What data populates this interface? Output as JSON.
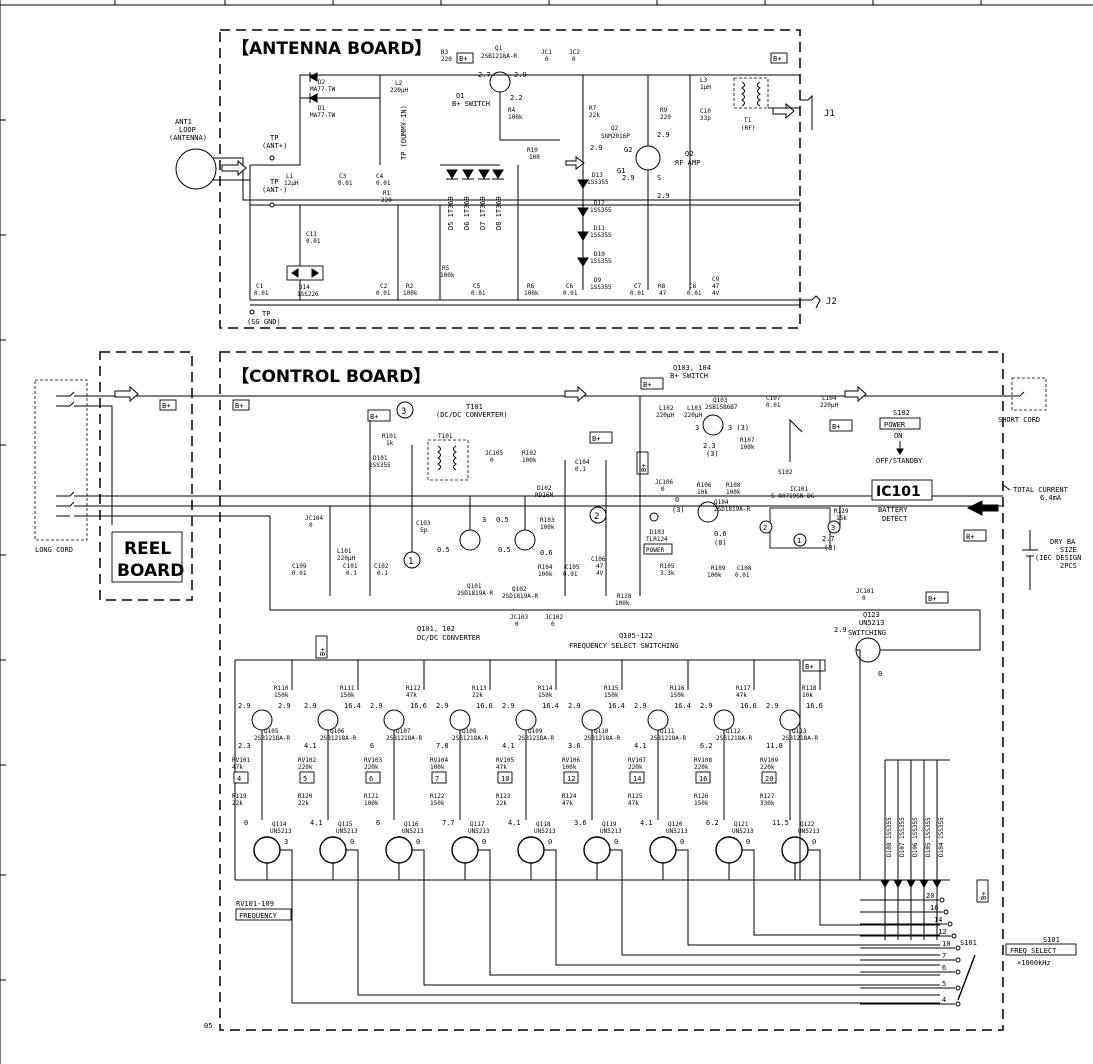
{
  "boards": {
    "antenna": "【ANTENNA BOARD】",
    "control": "【CONTROL BOARD】",
    "reel": [
      "REEL",
      "BOARD"
    ]
  },
  "antenna": {
    "ant1": [
      "ANT1",
      "LOOP",
      "(ANTENNA)"
    ],
    "tp_ant_plus": [
      "TP",
      "(ANT+)"
    ],
    "tp_ant_minus": [
      "TP",
      "(ANT-)"
    ],
    "tp_dummy": "TP (DUMMY-IN)",
    "tp_sg": [
      "TP",
      "(SG GND)"
    ],
    "q1": [
      "Q1",
      "2SB1218A-R"
    ],
    "q1_desc": [
      "Q1",
      "B+ SWITCH"
    ],
    "q1_volts": [
      "2.7",
      "2.9",
      "2.2"
    ],
    "q2": [
      "Q2",
      "SGM2016P"
    ],
    "q2_desc": [
      "Q2",
      "RF AMP"
    ],
    "q2_pins": [
      "G2",
      "G1",
      "S"
    ],
    "q2_volts": [
      "2.9",
      "2.9",
      "2.9",
      "2.9"
    ],
    "t1": [
      "T1",
      "(RF)"
    ],
    "j1": "J1",
    "j2": "J2",
    "diodes_v": [
      "D5 1T369",
      "D6 1T369",
      "D7 1T369",
      "D8 1T369"
    ],
    "diodes_h": [
      [
        "D2",
        "MA77-TW"
      ],
      [
        "D1",
        "MA77-TW"
      ],
      [
        "D13",
        "1SS355"
      ],
      [
        "D12",
        "1SS355"
      ],
      [
        "D11",
        "1SS355"
      ],
      [
        "D10",
        "1SS355"
      ],
      [
        "D9",
        "1SS355"
      ],
      [
        "D14",
        "1SS226"
      ]
    ],
    "parts": [
      [
        "R3",
        "220"
      ],
      [
        "JC1",
        "0"
      ],
      [
        "JC2",
        "0"
      ],
      [
        "L2",
        "220µH"
      ],
      [
        "R4",
        "100k"
      ],
      [
        "R7",
        "22k"
      ],
      [
        "R9",
        "220"
      ],
      [
        "L3",
        "1µH"
      ],
      [
        "C10",
        "33p"
      ],
      [
        "L1",
        "12µH"
      ],
      [
        "C3",
        "0.01"
      ],
      [
        "C4",
        "0.01"
      ],
      [
        "R10",
        "100"
      ],
      [
        "R1",
        "220"
      ],
      [
        "C11",
        "0.01"
      ],
      [
        "C1",
        "0.01"
      ],
      [
        "C2",
        "0.01"
      ],
      [
        "R2",
        "100k"
      ],
      [
        "R5",
        "100k"
      ],
      [
        "C5",
        "0.01"
      ],
      [
        "R6",
        "100k"
      ],
      [
        "C6",
        "0.01"
      ],
      [
        "C7",
        "0.01"
      ],
      [
        "R8",
        "47"
      ],
      [
        "C8",
        "0.01"
      ],
      [
        "C9",
        "47",
        "4V"
      ]
    ]
  },
  "control": {
    "q103_104": [
      "Q103, 104",
      "B+ SWITCH"
    ],
    "q103": [
      "Q103",
      "2SB1586B7"
    ],
    "q103_volts": [
      "3",
      "3 (3)",
      "2.3",
      "(3)"
    ],
    "t101": [
      "T101",
      "(DC/DC CONVERTER)"
    ],
    "t101_box": "T101",
    "d101": [
      "D101",
      "1SS355"
    ],
    "r101": [
      "R101",
      "1k"
    ],
    "jc105": [
      "JC105",
      "0"
    ],
    "r102": [
      "R102",
      "100k"
    ],
    "c104": [
      "C104",
      "0.1"
    ],
    "d102": [
      "D102",
      "RD16M"
    ],
    "r103": [
      "R103",
      "100k"
    ],
    "c103": [
      "C103",
      "5p"
    ],
    "q101_v": [
      "0.5",
      "3",
      "0.5"
    ],
    "q102_v": [
      "0.5",
      "0.6"
    ],
    "q101": [
      "Q101",
      "2SD1819A-R"
    ],
    "q102": [
      "Q102",
      "2SD1819A-R"
    ],
    "r104": [
      "R104",
      "100k"
    ],
    "c105": [
      "C105",
      "0.01"
    ],
    "c106": [
      "C106",
      "47",
      "4V"
    ],
    "r128": [
      "R128",
      "100k"
    ],
    "jc103": [
      "JC103",
      "0"
    ],
    "jc102": [
      "JC102",
      "0"
    ],
    "jc104": [
      "JC104",
      "0"
    ],
    "l101": [
      "L101",
      "220µH"
    ],
    "c109": [
      "C109",
      "0.01"
    ],
    "c101": [
      "C101",
      "0.1"
    ],
    "c102": [
      "C102",
      "0.1"
    ],
    "l102": [
      "L102",
      "220µH"
    ],
    "l103": [
      "L103",
      "220µH"
    ],
    "c107": [
      "C107",
      "0.01"
    ],
    "l104": [
      "L104",
      "220µH"
    ],
    "r107": [
      "R107",
      "100k"
    ],
    "jc106": [
      "JC106",
      "0"
    ],
    "jc106_v": [
      "0",
      "(3)"
    ],
    "r106": [
      "R106",
      "10k"
    ],
    "r108": [
      "R108",
      "100k"
    ],
    "q104": [
      "Q104",
      "2SD1819A-R"
    ],
    "q104_v": [
      "0.6",
      "(0)"
    ],
    "d103": [
      "D103",
      "TLR124"
    ],
    "power_led": "POWER",
    "r105": [
      "R105",
      "3.3k"
    ],
    "r109": [
      "R109",
      "100k"
    ],
    "c108": [
      "C108",
      "0.01"
    ],
    "s102": [
      "S102",
      "POWER",
      "ON",
      "OFF/STANDBY"
    ],
    "s102_small": "S102",
    "ic101": "IC101",
    "ic101_desc": [
      "IC101",
      "S-80719SN-DG"
    ],
    "ic101_label": [
      "BATTERY",
      "DETECT"
    ],
    "ic101_pins": [
      "2",
      "1",
      "3"
    ],
    "ic101_v": [
      "2.7",
      "(3)"
    ],
    "r129": [
      "R129",
      "15k"
    ],
    "jc101": [
      "JC101",
      "0"
    ],
    "total_current": [
      "TOTAL CURRENT",
      "6.4mA"
    ],
    "battery": [
      "DRY BA",
      "SIZE",
      "(IEC DESIGN",
      "2PCS"
    ],
    "long_cord": "LONG CORD",
    "short_cord": "SHORT CORD",
    "q101_102": [
      "Q101, 102",
      "DC/DC CONVERTER"
    ],
    "q105_122": [
      "Q105-122",
      "FREQUENCY SELECT SWITCHING"
    ],
    "q123": [
      "Q123",
      "UN5213",
      "SWITCHING"
    ],
    "q123_v": [
      "2.9",
      "0"
    ],
    "rv101_109": "RV101-109",
    "frequency": "FREQUENCY",
    "s101_top": "S101",
    "s101_desc": [
      "S101",
      "FREQ SELECT",
      "×1000kHz"
    ],
    "s101_positions": [
      "20",
      "16",
      "14",
      "12",
      "10",
      "7",
      "6",
      "5",
      "4"
    ],
    "bottom_diodes": [
      "D108 1SS355",
      "D107 1SS355",
      "D106 1SS355",
      "D105 1SS355",
      "D104 1SS355"
    ],
    "sheet_no": "05",
    "bplus": "B+",
    "callouts": [
      "1",
      "2",
      "3"
    ],
    "stages": [
      {
        "r_top": [
          "R110",
          "150k"
        ],
        "v": [
          "2.9",
          "2.9"
        ],
        "q": [
          "Q105",
          "2SB1218A-R"
        ],
        "v2": "2.3",
        "rv": [
          "RV101",
          "47k"
        ],
        "num": "4",
        "r_bot": [
          "R119",
          "22k"
        ],
        "qb": [
          "Q114",
          "UN5213"
        ],
        "vb": [
          "0",
          "3"
        ]
      },
      {
        "r_top": [
          "R111",
          "150k"
        ],
        "v": [
          "2.9",
          "16.4"
        ],
        "q": [
          "Q106",
          "2SB1218A-R"
        ],
        "v2": "4.1",
        "rv": [
          "RV102",
          "220k"
        ],
        "num": "5",
        "r_bot": [
          "R120",
          "22k"
        ],
        "qb": [
          "Q115",
          "UN5213"
        ],
        "vb": [
          "4.1",
          "0"
        ]
      },
      {
        "r_top": [
          "R112",
          "47k"
        ],
        "v": [
          "2.9",
          "16.6"
        ],
        "q": [
          "Q107",
          "2SB1218A-R"
        ],
        "v2": "6",
        "rv": [
          "RV103",
          "220k"
        ],
        "num": "6",
        "r_bot": [
          "R121",
          "100k"
        ],
        "qb": [
          "Q116",
          "UN5213"
        ],
        "vb": [
          "6",
          "0"
        ]
      },
      {
        "r_top": [
          "R113",
          "22k"
        ],
        "v": [
          "2.9",
          "16.6"
        ],
        "q": [
          "Q108",
          "2SB1218A-R"
        ],
        "v2": "7.8",
        "rv": [
          "RV104",
          "100k"
        ],
        "num": "7",
        "r_bot": [
          "R122",
          "150k"
        ],
        "qb": [
          "Q117",
          "UN5213"
        ],
        "vb": [
          "7.7",
          "0"
        ]
      },
      {
        "r_top": [
          "R114",
          "150k"
        ],
        "v": [
          "2.9",
          "16.4"
        ],
        "q": [
          "Q109",
          "2SB1218A-R"
        ],
        "v2": "4.1",
        "rv": [
          "RV105",
          "47k"
        ],
        "num": "10",
        "r_bot": [
          "R123",
          "22k"
        ],
        "qb": [
          "Q118",
          "UN5213"
        ],
        "vb": [
          "4.1",
          "0"
        ]
      },
      {
        "r_top": [
          "R115",
          "150k"
        ],
        "v": [
          "2.9",
          "16.4"
        ],
        "q": [
          "Q110",
          "2SB1218A-R"
        ],
        "v2": "3.6",
        "rv": [
          "RV106",
          "100k"
        ],
        "num": "12",
        "r_bot": [
          "R124",
          "47k"
        ],
        "qb": [
          "Q119",
          "UN5213"
        ],
        "vb": [
          "3.6",
          "0"
        ]
      },
      {
        "r_top": [
          "R116",
          "150k"
        ],
        "v": [
          "2.9",
          "16.4"
        ],
        "q": [
          "Q111",
          "2SB1218A-R"
        ],
        "v2": "4.1",
        "rv": [
          "RV107",
          "220k"
        ],
        "num": "14",
        "r_bot": [
          "R125",
          "47k"
        ],
        "qb": [
          "Q120",
          "UN5213"
        ],
        "vb": [
          "4.1",
          "0"
        ]
      },
      {
        "r_top": [
          "R117",
          "47k"
        ],
        "v": [
          "2.9",
          "16.6"
        ],
        "q": [
          "Q112",
          "2SB1218A-R"
        ],
        "v2": "6.2",
        "rv": [
          "RV108",
          "220k"
        ],
        "num": "16",
        "r_bot": [
          "R126",
          "150k"
        ],
        "qb": [
          "Q121",
          "UN5213"
        ],
        "vb": [
          "6.2",
          "0"
        ]
      },
      {
        "r_top": [
          "R118",
          "10k"
        ],
        "v": [
          "2.9",
          "16.6"
        ],
        "q": [
          "Q113",
          "2SB1218A-R"
        ],
        "v2": "11.8",
        "rv": [
          "RV109",
          "220k"
        ],
        "num": "20",
        "r_bot": [
          "R127",
          "330k"
        ],
        "qb": [
          "Q122",
          "UN5213"
        ],
        "vb": [
          "11.5",
          "0"
        ]
      }
    ]
  }
}
